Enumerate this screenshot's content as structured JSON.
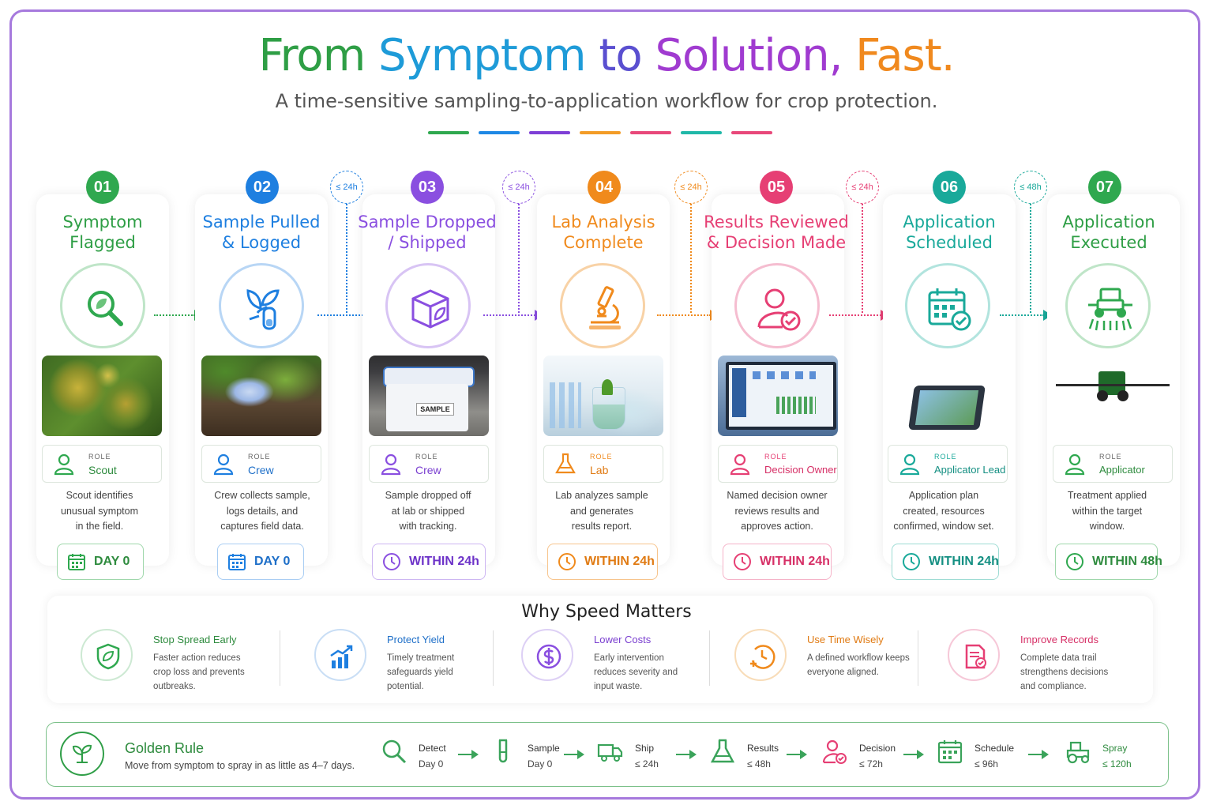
{
  "header": {
    "title_parts": [
      "From ",
      "Symptom ",
      "to ",
      "Solution, ",
      "Fast."
    ],
    "title_colors": [
      "#2e9e45",
      "#1e9bd8",
      "#5a4fd0",
      "#a03bd0",
      "#f0891e"
    ],
    "subtitle": "A time-sensitive sampling-to-application workflow for crop protection.",
    "divider_colors": [
      "#2fa84f",
      "#1e88e5",
      "#7e3fd6",
      "#f39c27",
      "#e8487a",
      "#1fb8a8",
      "#e8487a"
    ]
  },
  "steps": [
    {
      "num": "01",
      "title_line1": "Symptom",
      "title_line2": "Flagged",
      "color": "#2fa84f",
      "icon": "magnifier-leaf-icon",
      "photo": "diseased-leaf-photo",
      "role_label": "ROLE",
      "role": "Scout",
      "desc_lines": [
        "Scout identifies",
        "unusual symptom",
        "in the field."
      ],
      "time": "DAY 0",
      "time_icon": "calendar-icon"
    },
    {
      "num": "02",
      "title_line1": "Sample Pulled",
      "title_line2": "& Logged",
      "color": "#1e7fe0",
      "icon": "plant-vial-icon",
      "photo": "sample-collection-photo",
      "role_label": "ROLE",
      "role": "Crew",
      "desc_lines": [
        "Crew collects sample,",
        "logs details, and",
        "captures field data."
      ],
      "time": "DAY 0",
      "time_icon": "calendar-icon"
    },
    {
      "num": "03",
      "title_line1": "Sample Dropped",
      "title_line2": "/ Shipped",
      "color": "#8a4fe0",
      "icon": "package-leaf-icon",
      "photo": "sample-cooler-photo",
      "photo_label": "SAMPLE",
      "role_label": "ROLE",
      "role": "Crew",
      "desc_lines": [
        "Sample dropped off",
        "at lab or shipped",
        "with tracking."
      ],
      "time": "WITHIN 24h",
      "time_icon": "clock-icon"
    },
    {
      "num": "04",
      "title_line1": "Lab Analysis",
      "title_line2": "Complete",
      "color": "#f08a1c",
      "icon": "microscope-icon",
      "photo": "lab-glassware-photo",
      "role_label": "ROLE",
      "role": "Lab",
      "desc_lines": [
        "Lab analyzes sample",
        "and generates",
        "results report."
      ],
      "time": "WITHIN 24h",
      "time_icon": "clock-icon"
    },
    {
      "num": "05",
      "title_line1": "Results Reviewed",
      "title_line2": "& Decision Made",
      "color": "#e63f74",
      "icon": "user-check-icon",
      "photo": "dashboard-monitor-photo",
      "role_label": "ROLE",
      "role": "Decision Owner",
      "desc_lines": [
        "Named decision owner",
        "reviews results and",
        "approves action."
      ],
      "time": "WITHIN 24h",
      "time_icon": "clock-icon"
    },
    {
      "num": "06",
      "title_line1": "Application",
      "title_line2": "Scheduled",
      "color": "#19a99a",
      "icon": "calendar-check-icon",
      "photo": "tablet-field-photo",
      "role_label": "ROLE",
      "role": "Applicator Lead",
      "desc_lines": [
        "Application plan",
        "created, resources",
        "confirmed, window set."
      ],
      "time": "WITHIN 24h",
      "time_icon": "clock-icon"
    },
    {
      "num": "07",
      "title_line1": "Application",
      "title_line2": "Executed",
      "color": "#2fa84f",
      "icon": "sprayer-tractor-icon",
      "photo": "tractor-spraying-photo",
      "role_label": "ROLE",
      "role": "Applicator",
      "desc_lines": [
        "Treatment applied",
        "within the target",
        "window."
      ],
      "time": "WITHIN 48h",
      "time_icon": "clock-icon"
    }
  ],
  "timers": [
    {
      "label": "≤ 24h",
      "color": "#1e7fe0"
    },
    {
      "label": "≤ 24h",
      "color": "#8a4fe0"
    },
    {
      "label": "≤ 24h",
      "color": "#f08a1c"
    },
    {
      "label": "≤ 24h",
      "color": "#e63f74"
    },
    {
      "label": "≤ 48h",
      "color": "#19a99a"
    }
  ],
  "why": {
    "title": "Why Speed Matters",
    "items": [
      {
        "title": "Stop Spread Early",
        "desc": "Faster action reduces crop loss and prevents outbreaks.",
        "color": "#2fa84f",
        "icon": "shield-leaf-icon"
      },
      {
        "title": "Protect Yield",
        "desc": "Timely treatment safeguards yield potential.",
        "color": "#1e7fe0",
        "icon": "bar-chart-up-icon"
      },
      {
        "title": "Lower Costs",
        "desc": "Early intervention reduces severity and input waste.",
        "color": "#8a4fe0",
        "icon": "dollar-icon"
      },
      {
        "title": "Use Time Wisely",
        "desc": "A defined workflow keeps everyone aligned.",
        "color": "#f08a1c",
        "icon": "clock-plus-icon"
      },
      {
        "title": "Improve Records",
        "desc": "Complete data trail strengthens decisions and compliance.",
        "color": "#e63f74",
        "icon": "document-check-icon"
      }
    ]
  },
  "golden": {
    "title": "Golden Rule",
    "desc": "Move from symptom to spray in as little as 4–7 days.",
    "steps": [
      {
        "name": "Detect",
        "value": "Day 0",
        "icon": "search-icon"
      },
      {
        "name": "Sample",
        "value": "Day 0",
        "icon": "test-tube-icon"
      },
      {
        "name": "Ship",
        "value": "≤ 24h",
        "icon": "truck-icon"
      },
      {
        "name": "Results",
        "value": "≤ 48h",
        "icon": "flask-icon"
      },
      {
        "name": "Decision",
        "value": "≤ 72h",
        "icon": "user-check-icon"
      },
      {
        "name": "Schedule",
        "value": "≤ 96h",
        "icon": "calendar-icon"
      },
      {
        "name": "Spray",
        "value": "≤ 120h",
        "icon": "tractor-icon"
      }
    ]
  }
}
